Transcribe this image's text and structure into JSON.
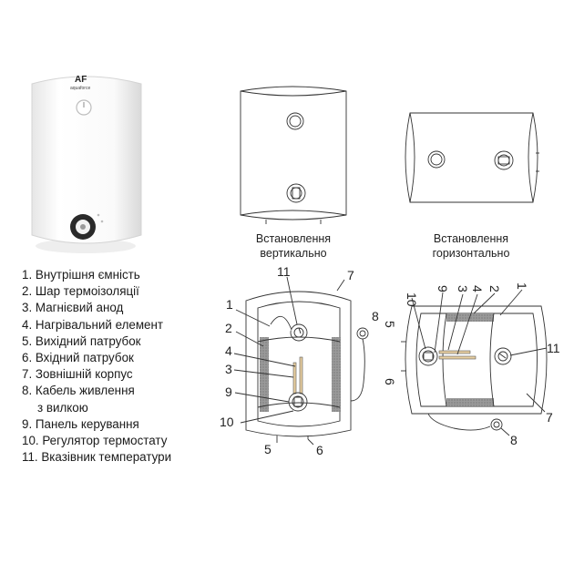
{
  "logo": {
    "mark": "AF",
    "brand": "aquaforce"
  },
  "captions": {
    "vertical": [
      "Встановлення",
      "вертикально"
    ],
    "horizontal": [
      "Встановлення",
      "горизонтально"
    ]
  },
  "legend": [
    "1. Внутрішня ємність",
    "2. Шар термоізоляції",
    "3. Магнієвий анод",
    "4. Нагрівальний елемент",
    "5. Вихідний патрубок",
    "6. Вхідний патрубок",
    "7. Зовнішній корпус",
    "8. Кабель живлення",
    "з вилкою",
    "9. Панель керування",
    "10. Регулятор термостату",
    "11. Вказівник температури"
  ],
  "callouts": {
    "vertical": {
      "n1": "1",
      "n2": "2",
      "n3": "3",
      "n4": "4",
      "n5": "5",
      "n6": "6",
      "n7": "7",
      "n8": "8",
      "n9": "9",
      "n10": "10",
      "n11": "11"
    },
    "horizontal": {
      "n1": "1",
      "n2": "2",
      "n3": "3",
      "n4": "4",
      "n5": "5",
      "n6": "6",
      "n7": "7",
      "n8": "8",
      "n9": "9",
      "n10": "10",
      "n11": "11"
    }
  },
  "colors": {
    "line": "#333333",
    "insulation": "#8c8c8c",
    "tank_fill": "#fafafa",
    "body_fill": "#ffffff"
  }
}
